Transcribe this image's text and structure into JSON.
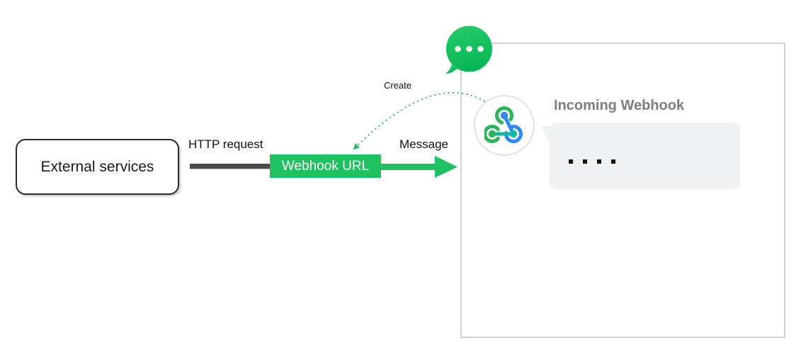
{
  "flow": {
    "external_service_label": "External services",
    "http_request_label": "HTTP request",
    "webhook_url_label": "Webhook URL",
    "message_label": "Message",
    "create_label": "Create"
  },
  "panel": {
    "app_name": "Incoming Webhook",
    "message_placeholder_dot_count": 4
  },
  "icons": {
    "chat_bubble": "wecom-chat-bubble-icon",
    "webhook_logo": "webhook-logo-icon"
  },
  "colors": {
    "brand_green": "#1ec05f",
    "chat_icon_green_top": "#24ca66",
    "chat_icon_green_bottom": "#06b556",
    "dashed_curve_green": "#2eb567",
    "http_line_gray": "#4a4a4a",
    "panel_border_gray": "#d2d2d2",
    "avatar_border_gray": "#e2e2e2",
    "bubble_background": "#f0f1f2",
    "title_gray": "#7d7d7d",
    "logo_green": "#2db35a",
    "logo_blue": "#3088f4",
    "logo_teal": "#12b7a7",
    "text_black": "#111111"
  }
}
